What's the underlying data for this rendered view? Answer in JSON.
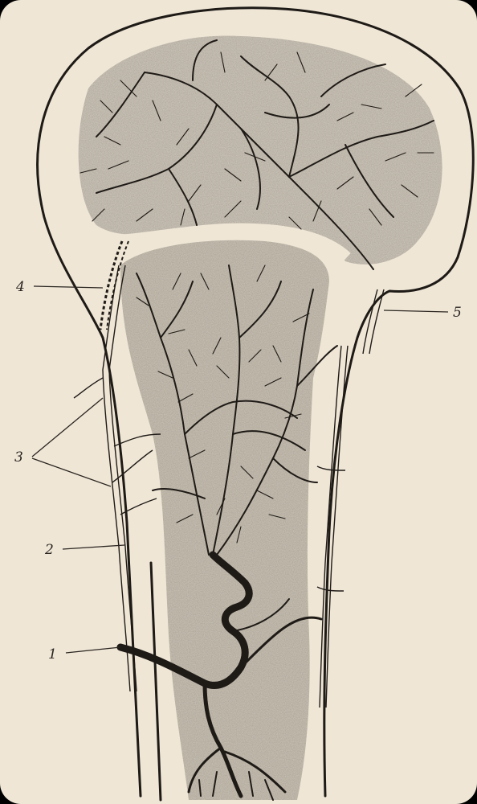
{
  "figure": {
    "labels": [
      {
        "id": "label-1",
        "text": "1"
      },
      {
        "id": "label-2",
        "text": "2"
      },
      {
        "id": "label-3",
        "text": "3"
      },
      {
        "id": "label-4",
        "text": "4"
      },
      {
        "id": "label-5",
        "text": "5"
      }
    ]
  },
  "colors": {
    "paper": "#efe6d6",
    "ink": "#1e1a16",
    "marrow": "#cfc7ba",
    "frame": "#000000"
  }
}
